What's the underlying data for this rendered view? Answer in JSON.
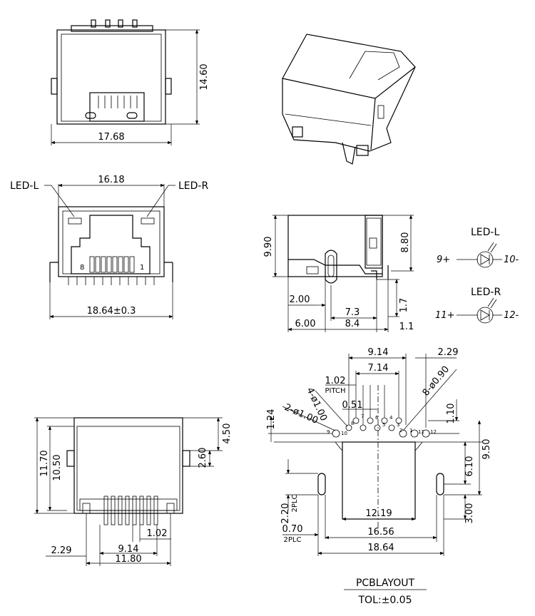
{
  "top_view": {
    "width": "17.68",
    "height": "14.60"
  },
  "front_view": {
    "inner_width": "16.18",
    "overall_width": "18.64±0.3",
    "led_left": "LED-L",
    "led_right": "LED-R",
    "pin_left": "8",
    "pin_right": "1"
  },
  "side_view": {
    "height": "9.90",
    "height_right": "8.80",
    "d_2_00": "2.00",
    "d_7_3": "7.3",
    "d_1_7": "1.7",
    "d_6_00": "6.00",
    "d_8_4": "8.4",
    "d_1_1": "1.1"
  },
  "led_schematic": {
    "led_l": "LED-L",
    "led_l_anode": "9+",
    "led_l_cathode": "10-",
    "led_r": "LED-R",
    "led_r_anode": "11+",
    "led_r_cathode": "12-"
  },
  "bottom_view": {
    "h_11_70": "11.70",
    "h_10_50": "10.50",
    "h_4_50": "4.50",
    "h_2_60": "2.60",
    "d_1_02": "1.02",
    "d_2_29": "2.29",
    "d_9_14": "9.14",
    "d_11_80": "11.80"
  },
  "pcb_layout": {
    "d_9_14": "9.14",
    "d_2_29": "2.29",
    "d_7_14": "7.14",
    "d_1_02": "1.02",
    "pitch": "PITCH",
    "hole_8": "8-ø0.90",
    "hole_4": "4-ø1.00",
    "hole_2": "2-ø1.00",
    "d_0_51": "0.51",
    "d_1_24": "1.24",
    "d_1_10": "1.10",
    "d_9_50": "9.50",
    "d_6_10": "6.10",
    "d_2_20": "2.20",
    "plc1": "2PLC",
    "d_0_70": "0.70",
    "plc2": "2PLC",
    "d_3_00": "3.00",
    "d_12_19": "12.19",
    "d_16_56": "16.56",
    "d_18_64": "18.64",
    "pins": [
      "1",
      "2",
      "3",
      "4",
      "5",
      "6",
      "7",
      "8",
      "9",
      "10",
      "11",
      "12"
    ],
    "title": "PCBLAYOUT",
    "tolerance": "TOL:±0.05"
  }
}
